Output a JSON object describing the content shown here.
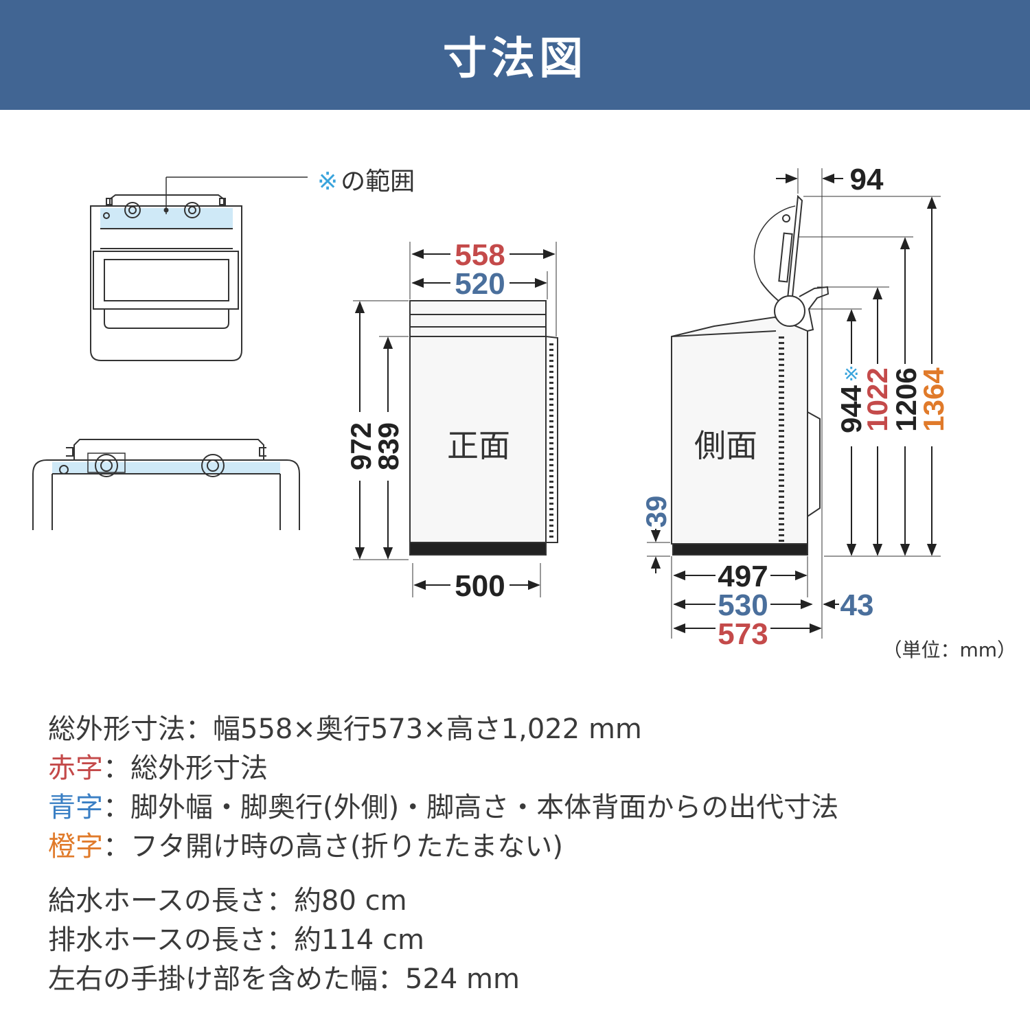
{
  "title": "寸法図",
  "colors": {
    "banner": "#416593",
    "red": "#c44a4a",
    "blue": "#4a6f9c",
    "orange": "#e07a2a",
    "dark": "#222222",
    "highlight": "#cfe9f7"
  },
  "labels": {
    "range_note": "※の範囲",
    "front": "正面",
    "side": "側面",
    "unit": "（単位：mm）"
  },
  "dimensions": {
    "front": {
      "width_total": "558",
      "leg_width": "520",
      "height_total": "972",
      "height_body": "839",
      "base_width": "500"
    },
    "side": {
      "lid_offset": "94",
      "h944": "944",
      "h944_mark": "※",
      "h1022": "1022",
      "h1206": "1206",
      "h1364": "1364",
      "foot_height": "39",
      "d497": "497",
      "d530": "530",
      "d573": "573",
      "back_offset": "43"
    }
  },
  "notes": {
    "overall": "総外形寸法：幅558×奥行573×高さ1,022 mm",
    "red_label": "赤字",
    "red_text": "：総外形寸法",
    "blue_label": "青字",
    "blue_text": "：脚外幅・脚奥行(外側)・脚高さ・本体背面からの出代寸法",
    "orange_label": "橙字",
    "orange_text": "：フタ開け時の高さ(折りたたまない)",
    "supply_hose": "給水ホースの長さ：約80 cm",
    "drain_hose": "排水ホースの長さ：約114 cm",
    "handle_width": "左右の手掛け部を含めた幅：524 mm"
  }
}
